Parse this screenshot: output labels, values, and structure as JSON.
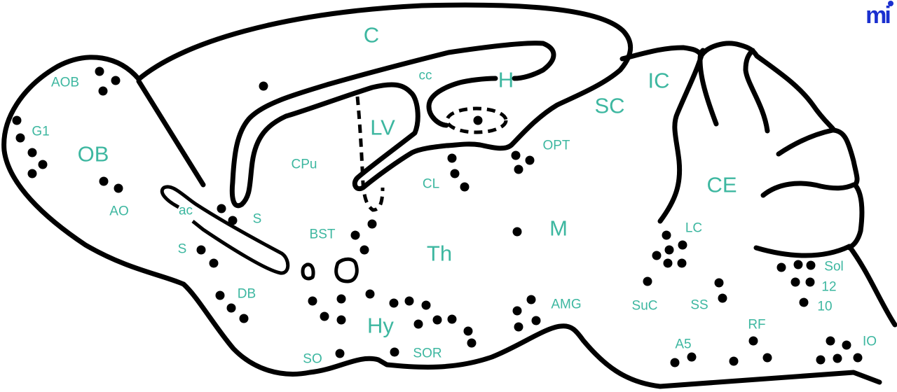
{
  "colors": {
    "label": "#3db7a0",
    "outline": "#000000",
    "logo": "#1a2fcf"
  },
  "logo": "mi",
  "regions": {
    "C": "C",
    "OB": "OB",
    "LV": "LV",
    "H": "H",
    "IC": "IC",
    "SC": "SC",
    "CE": "CE",
    "Th": "Th",
    "M": "M",
    "Hy": "Hy"
  },
  "nuclei": {
    "AOB": "AOB",
    "G1": "G1",
    "AO": "AO",
    "ac": "ac",
    "S_upper": "S",
    "S_lower": "S",
    "CPu": "CPu",
    "cc": "cc",
    "BST": "BST",
    "CL": "CL",
    "OPT": "OPT",
    "DB": "DB",
    "SO": "SO",
    "SOR": "SOR",
    "AMG": "AMG",
    "LC": "LC",
    "SuC": "SuC",
    "SS": "SS",
    "Sol": "Sol",
    "n12": "12",
    "n10": "10",
    "RF": "RF",
    "A5": "A5",
    "IO": "IO"
  }
}
